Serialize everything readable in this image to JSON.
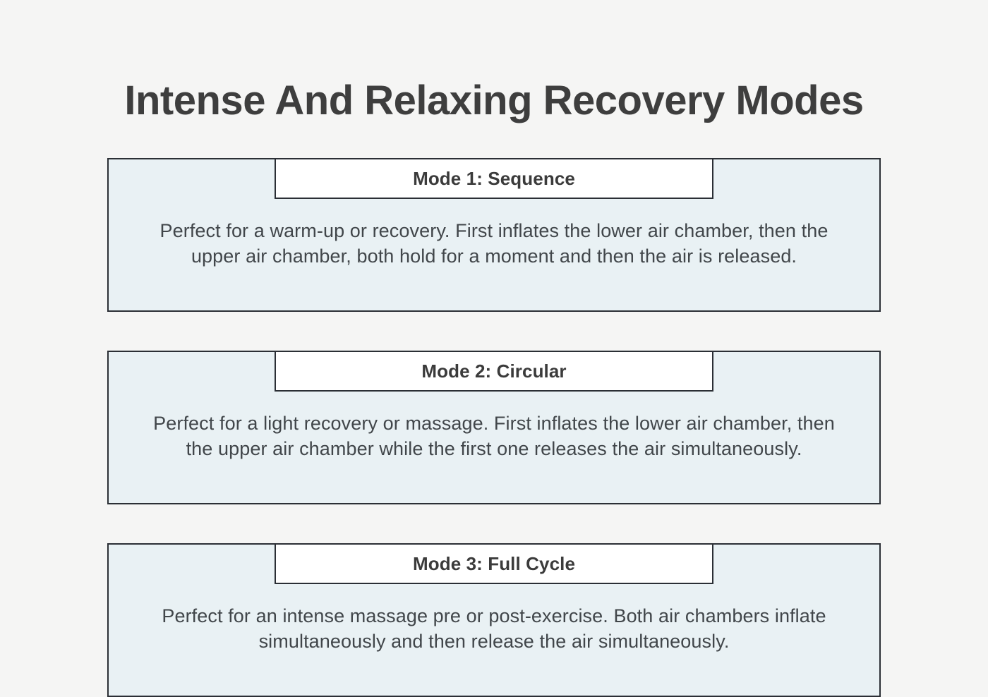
{
  "page": {
    "background_color": "#f5f5f4",
    "title": "Intense And Relaxing Recovery Modes",
    "title_color": "#3e3e3e"
  },
  "theme": {
    "card_background": "#e9f1f4",
    "card_border": "#2b2f35",
    "header_background": "#ffffff",
    "body_text_color": "#41464a",
    "header_text_color": "#3b3b3b"
  },
  "cards": [
    {
      "header": "Mode 1: Sequence",
      "body": "Perfect for a warm-up or recovery. First inflates the lower air chamber, then the upper air chamber, both hold for a moment and then the air is released."
    },
    {
      "header": "Mode 2: Circular",
      "body": "Perfect for a light recovery or massage. First inflates the lower air chamber, then the upper air chamber while the first one releases the air simultaneously."
    },
    {
      "header": "Mode 3: Full Cycle",
      "body": "Perfect for an intense massage pre or post-exercise. Both air chambers inflate simultaneously and then release the air simultaneously."
    }
  ]
}
